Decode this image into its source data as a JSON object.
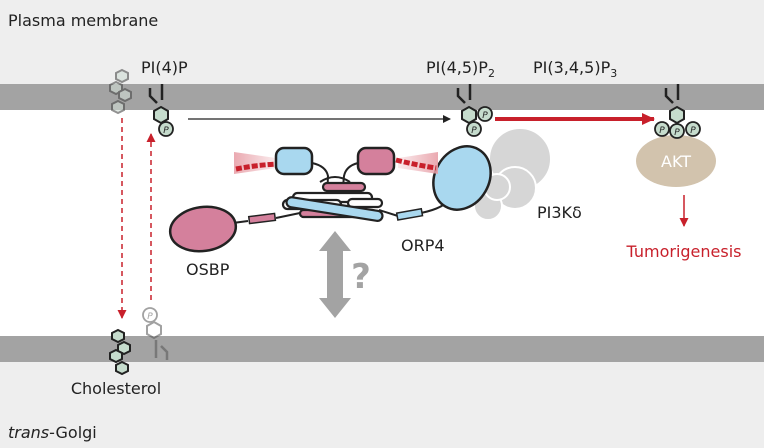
{
  "regions": {
    "plasma_membrane": "Plasma membrane",
    "golgi_italic": "trans",
    "golgi_rest": "-Golgi"
  },
  "lipids": {
    "pi4p": "PI(4)P",
    "pi45p2_base": "PI(4,5)P",
    "pi45p2_sub": "2",
    "pip3_base": "PI(3,4,5)P",
    "pip3_sub": "3",
    "cholesterol": "Cholesterol",
    "phosphate": "P"
  },
  "proteins": {
    "osbp": "OSBP",
    "orp4": "ORP4",
    "pi3k": "PI3Kδ",
    "akt": "AKT"
  },
  "labels": {
    "question": "?",
    "tumorigenesis": "Tumorigenesis"
  },
  "colors": {
    "membrane": "#a3a3a3",
    "lumen": "#eeeeee",
    "osbp_pink": "#d4809c",
    "orp4_blue": "#a9d8ef",
    "pi3k_gray": "#d6d6d6",
    "akt_tan": "#d2c3ad",
    "signal_red": "#c8202b",
    "lipid_head": "#c6dccd"
  }
}
